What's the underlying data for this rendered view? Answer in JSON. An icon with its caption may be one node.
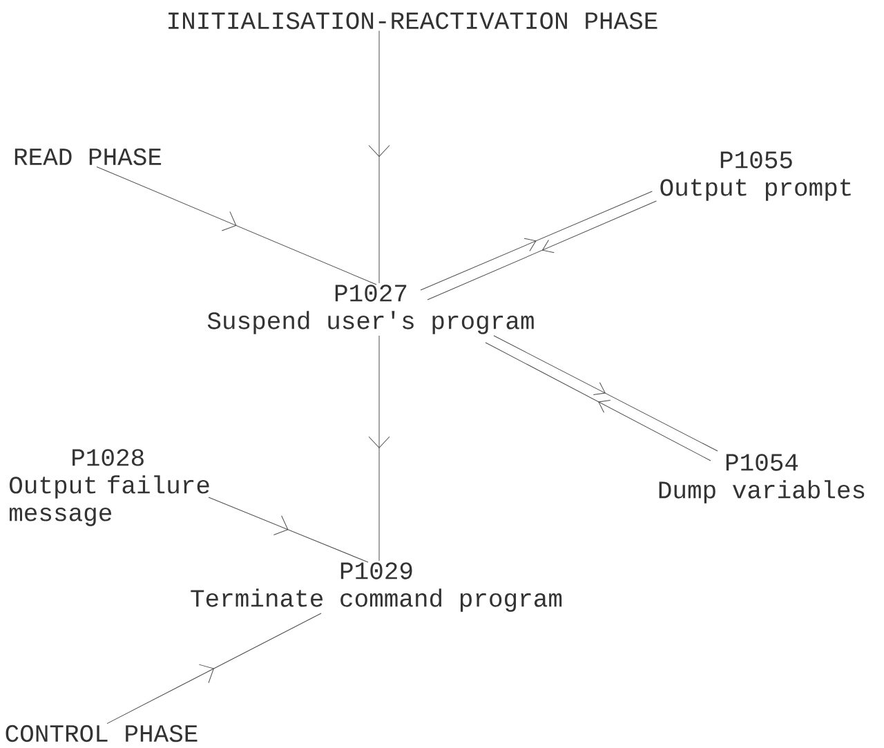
{
  "diagram": {
    "nodes": [
      {
        "text": [
          "INITIALISATION-REACTIVATION PHASE"
        ]
      },
      {
        "text": [
          "READ PHASE"
        ]
      },
      {
        "text": [
          "P1055",
          "Output prompt"
        ]
      },
      {
        "text": [
          "P1027",
          "Suspend user's program"
        ]
      },
      {
        "text": [
          "P1028",
          "Output failure message"
        ]
      },
      {
        "text": [
          "P1054",
          "Dump variables"
        ]
      },
      {
        "text": [
          "P1029",
          "Terminate command program"
        ]
      },
      {
        "text": [
          "CONTROL PHASE"
        ]
      }
    ],
    "edges": [
      {
        "from": 0,
        "to": 3,
        "arrow": "to"
      },
      {
        "from": 1,
        "to": 3,
        "arrow": "to"
      },
      {
        "from": 3,
        "to": 2,
        "arrow": "to"
      },
      {
        "from": 2,
        "to": 3,
        "arrow": "to"
      },
      {
        "from": 3,
        "to": 5,
        "arrow": "to"
      },
      {
        "from": 5,
        "to": 3,
        "arrow": "to"
      },
      {
        "from": 3,
        "to": 6,
        "arrow": "to"
      },
      {
        "from": 4,
        "to": 6,
        "arrow": "to"
      },
      {
        "from": 7,
        "to": 6,
        "arrow": "to"
      }
    ]
  }
}
